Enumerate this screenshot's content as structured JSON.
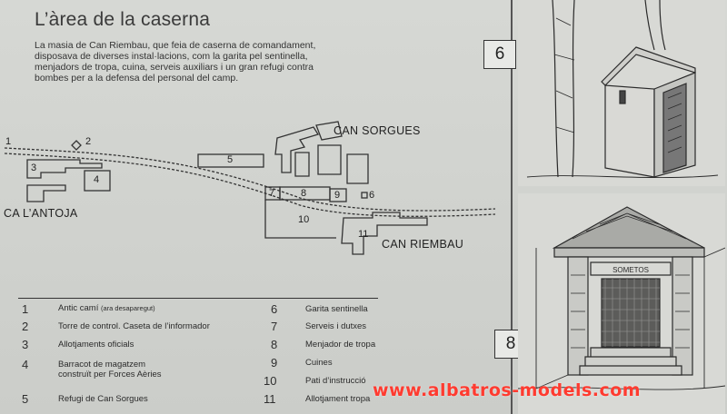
{
  "title": "L’àrea de la caserna",
  "intro": "La masia de Can Riembau, que feia de caserna de comandament, disposava de diverses instal·lacions, com la garita pel sentinella, menjadors de tropa, cuina, serveis auxiliars i un gran refugi contra bombes per a la defensa del personal del camp.",
  "map": {
    "labels": {
      "can_sorgues": "CAN SORGUES",
      "ca_lantoja": "CA L’ANTOJA",
      "can_riembau": "CAN RIEMBAU"
    },
    "numbers": [
      "1",
      "2",
      "3",
      "4",
      "5",
      "6",
      "7",
      "8",
      "9",
      "10",
      "11"
    ]
  },
  "legend": [
    {
      "num": "1",
      "text": "Antic camí",
      "note": "(ara desaparegut)"
    },
    {
      "num": "2",
      "text": "Torre de control. Caseta de l’informador"
    },
    {
      "num": "3",
      "text": "Allotjaments oficials"
    },
    {
      "num": "4",
      "text": "Barracot de magatzem",
      "text2": "construït per Forces Aèries"
    },
    {
      "num": "5",
      "text": "Refugi de Can Sorgues"
    },
    {
      "num": "6",
      "text": "Garita sentinella"
    },
    {
      "num": "7",
      "text": "Serveis i dutxes"
    },
    {
      "num": "8",
      "text": "Menjador de tropa"
    },
    {
      "num": "9",
      "text": "Cuines"
    },
    {
      "num": "10",
      "text": "Pati d’instrucció"
    },
    {
      "num": "11",
      "text": "Allotjament tropa"
    }
  ],
  "badges": {
    "top": "6",
    "bottom": "8"
  },
  "refuge_sign": "SOMETOS",
  "watermark": "www.albatros-models.com",
  "colors": {
    "background": "#cfd1ce",
    "ink": "#2a2a2a",
    "watermark": "#ff3b30"
  }
}
